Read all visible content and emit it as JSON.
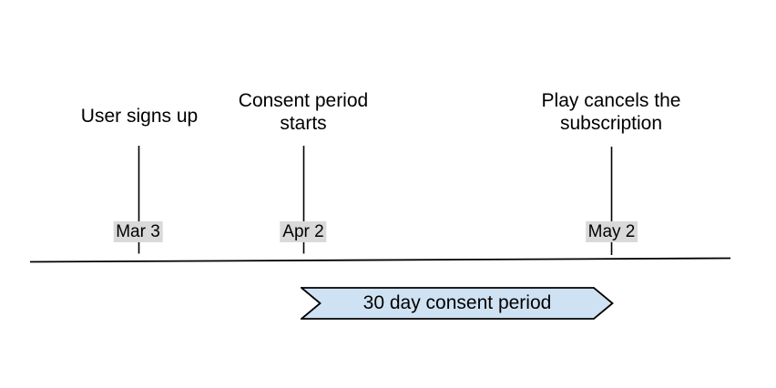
{
  "diagram": {
    "type": "timeline",
    "events": [
      {
        "label": "User signs up",
        "date": "Mar 3"
      },
      {
        "label": "Consent period starts",
        "date": "Apr 2"
      },
      {
        "label": "Play cancels the subscription",
        "date": "May 2"
      }
    ],
    "banner": {
      "label": "30 day consent period"
    },
    "colors": {
      "background": "#ffffff",
      "text": "#000000",
      "axis_line": "#000000",
      "date_badge_bg": "#d9d9d9",
      "banner_fill": "#cfe2f3",
      "banner_border": "#000000"
    }
  }
}
